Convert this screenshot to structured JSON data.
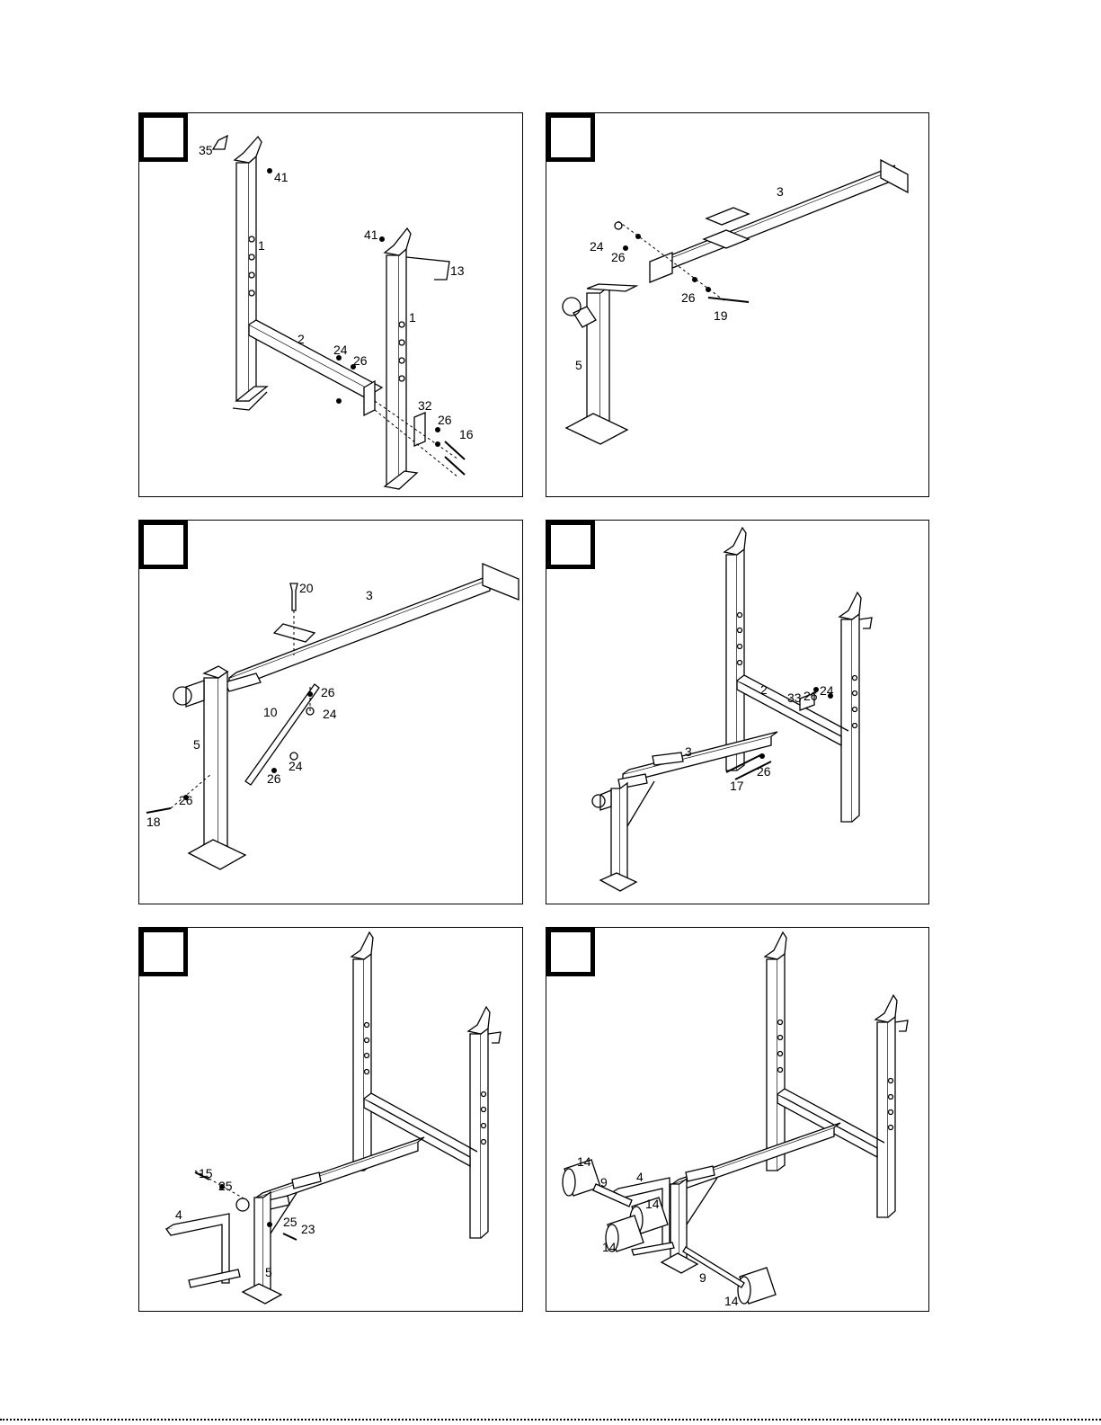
{
  "document": {
    "title": ""
  },
  "panels": [
    {
      "id": "panel-1",
      "step_number": "",
      "callouts": [
        "35",
        "41",
        "1",
        "41",
        "13",
        "1",
        "2",
        "24",
        "26",
        "32",
        "26",
        "16"
      ]
    },
    {
      "id": "panel-2",
      "step_number": "",
      "callouts": [
        "3",
        "24",
        "26",
        "26",
        "19",
        "5"
      ]
    },
    {
      "id": "panel-3",
      "step_number": "",
      "callouts": [
        "20",
        "3",
        "26",
        "10",
        "24",
        "5",
        "24",
        "26",
        "26",
        "18"
      ]
    },
    {
      "id": "panel-4",
      "step_number": "",
      "callouts": [
        "2",
        "33",
        "26",
        "24",
        "3",
        "26",
        "17"
      ]
    },
    {
      "id": "panel-5",
      "step_number": "",
      "callouts": [
        "15",
        "25",
        "4",
        "25",
        "23",
        "5"
      ]
    },
    {
      "id": "panel-6",
      "step_number": "",
      "callouts": [
        "14",
        "9",
        "4",
        "14",
        "14",
        "9",
        "14"
      ]
    }
  ]
}
